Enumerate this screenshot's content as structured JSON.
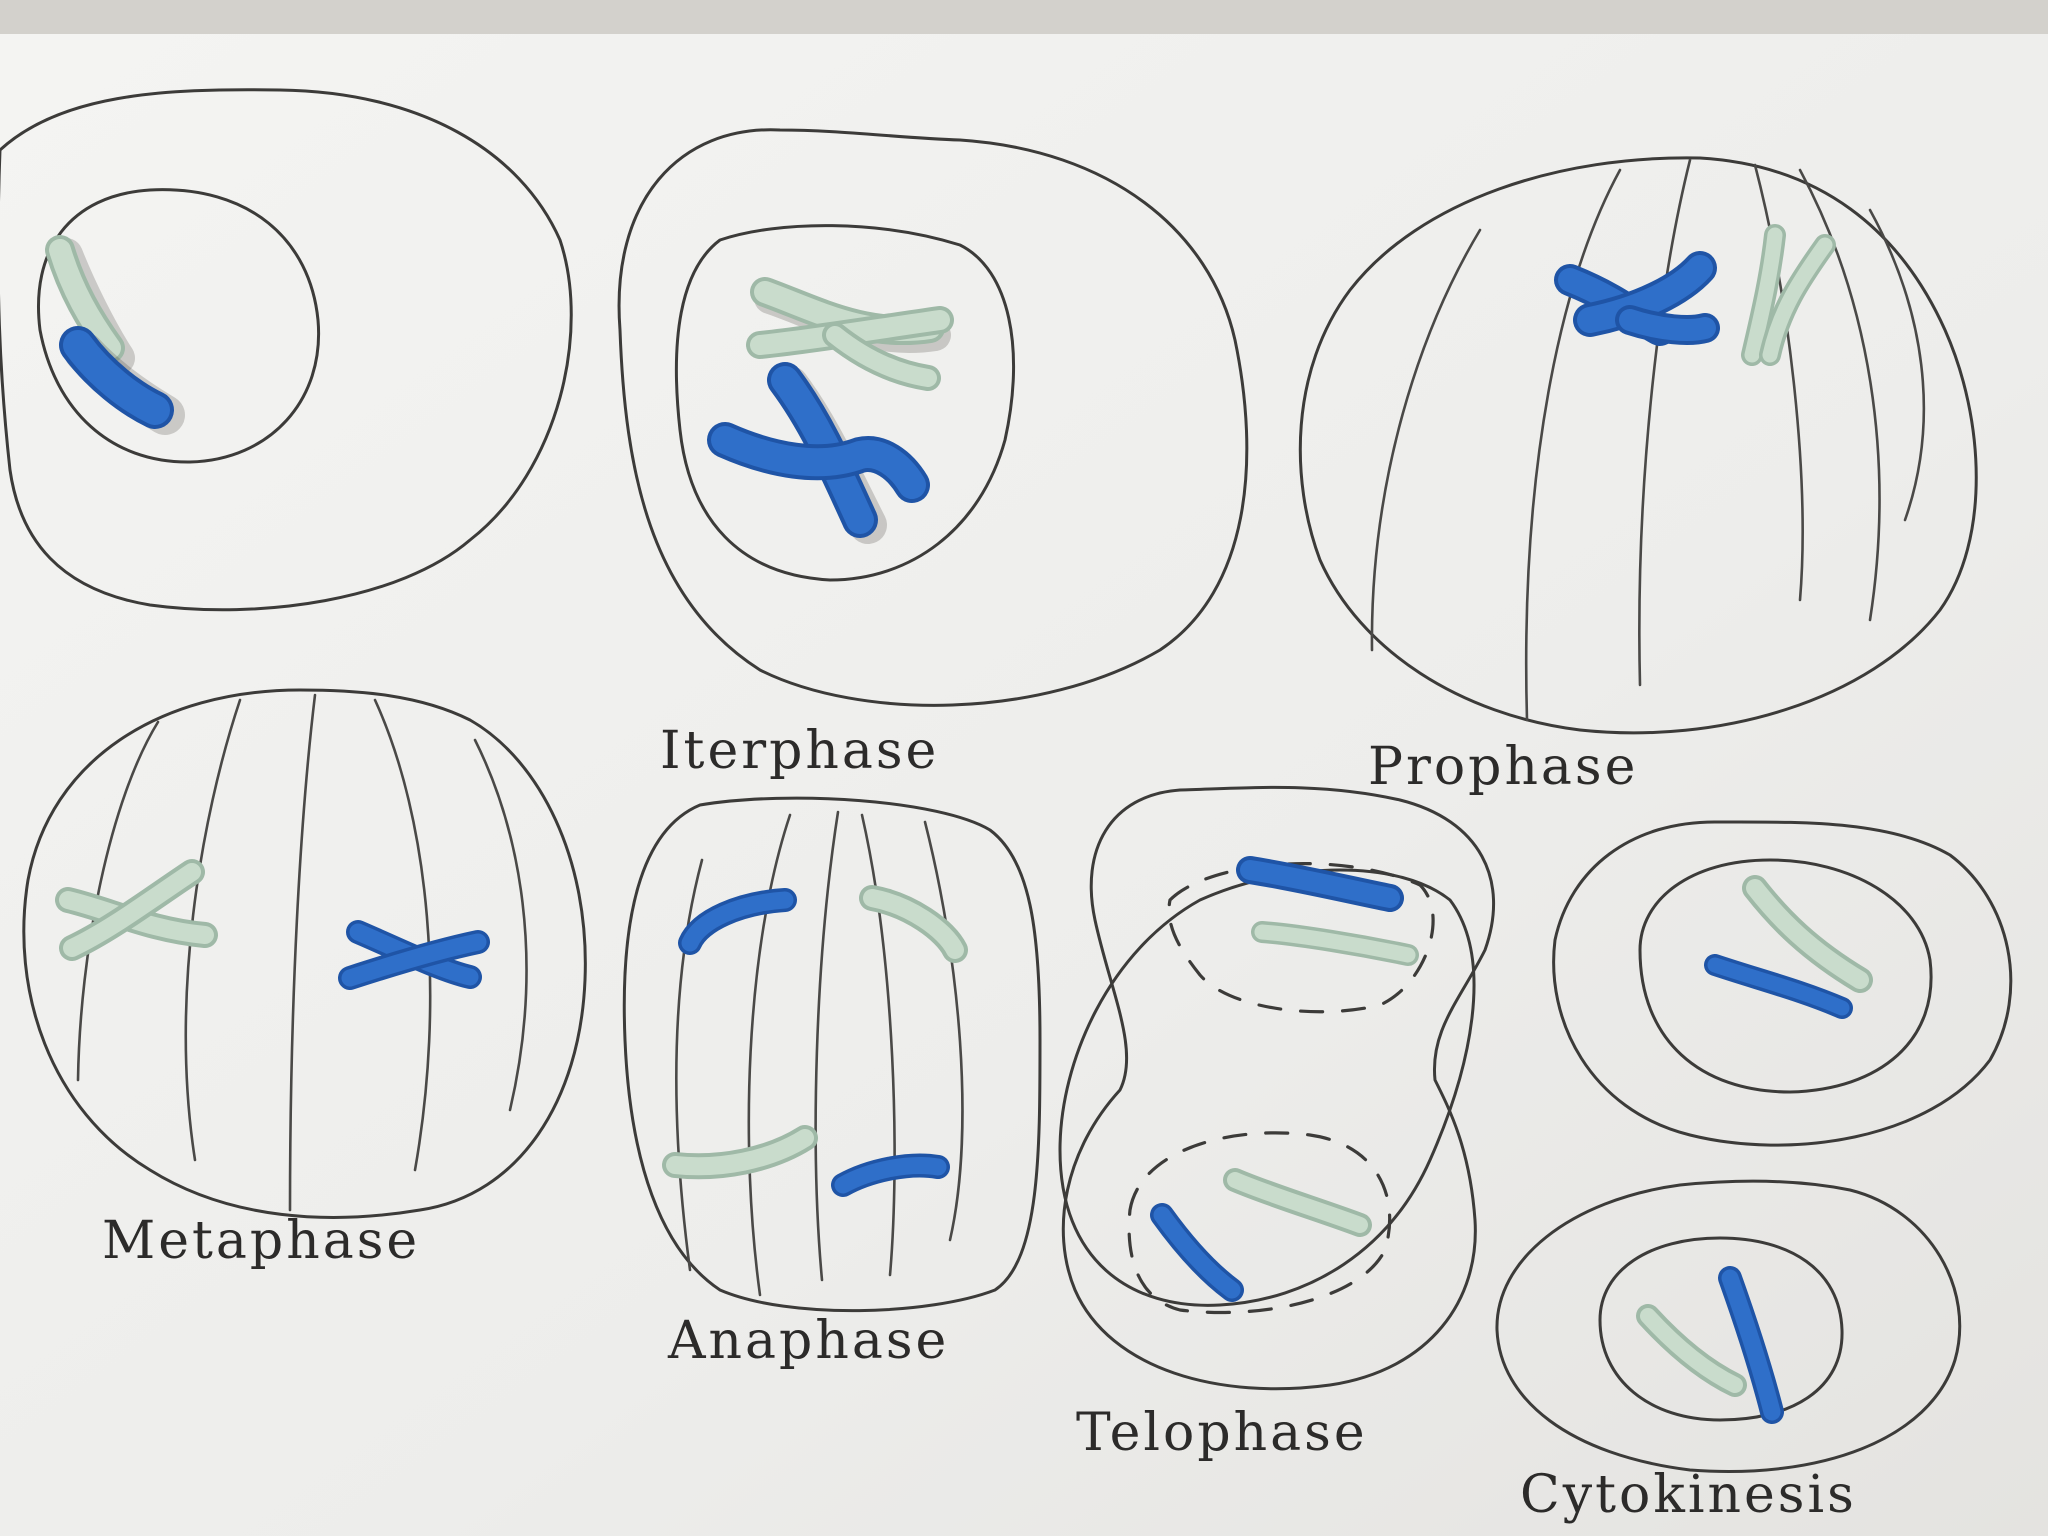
{
  "labels": {
    "interphase": "Iterphase",
    "prophase": "Prophase",
    "metaphase": "Metaphase",
    "anaphase": "Anaphase",
    "telophase": "Telophase",
    "cytokinesis": "Cytokinesis"
  },
  "colors": {
    "paper": "#efefed",
    "pencil": "#3c3b39",
    "chromosome_blue": "#2f6fc9",
    "chromosome_green": "#c9dccc"
  }
}
